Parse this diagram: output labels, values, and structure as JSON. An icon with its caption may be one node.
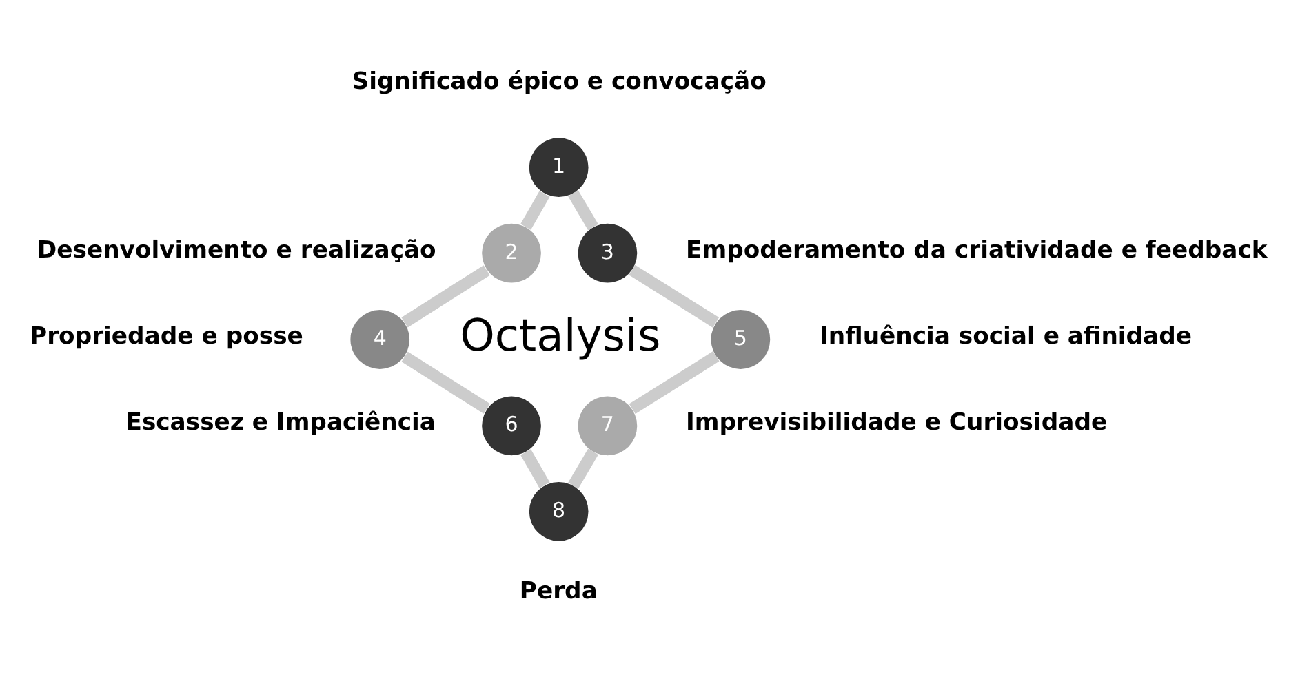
{
  "diagram": {
    "nodes": [
      {
        "text": [
          "1"
        ],
        "beside": [
          "Significado épico e convocação"
        ]
      },
      {
        "text": [
          "2"
        ],
        "beside": [
          "Desenvolvimento e realização"
        ]
      },
      {
        "text": [
          "3"
        ],
        "beside": [
          "Empoderamento da criatividade e feedback"
        ]
      },
      {
        "text": [
          "4"
        ],
        "beside": [
          "Propriedade e posse"
        ]
      },
      {
        "text": [
          "5"
        ],
        "beside": [
          "Influência social e afinidade"
        ]
      },
      {
        "text": [
          "6"
        ],
        "beside": [
          "Escassez e Impaciência"
        ]
      },
      {
        "text": [
          "7"
        ],
        "beside": [
          "Imprevisibilidade e Curiosidade"
        ]
      },
      {
        "text": [
          "8"
        ],
        "beside": [
          "Perda"
        ]
      }
    ],
    "edges": [
      {
        "from": 0,
        "to": 2,
        "arrow": "none"
      },
      {
        "from": 2,
        "to": 4,
        "arrow": "none"
      },
      {
        "from": 4,
        "to": 6,
        "arrow": "none"
      },
      {
        "from": 6,
        "to": 7,
        "arrow": "none"
      },
      {
        "from": 5,
        "to": 7,
        "arrow": "none"
      },
      {
        "from": 3,
        "to": 5,
        "arrow": "none"
      },
      {
        "from": 1,
        "to": 3,
        "arrow": "none"
      },
      {
        "from": 0,
        "to": 1,
        "arrow": "none"
      }
    ],
    "labels": [
      "Octalysis"
    ]
  }
}
